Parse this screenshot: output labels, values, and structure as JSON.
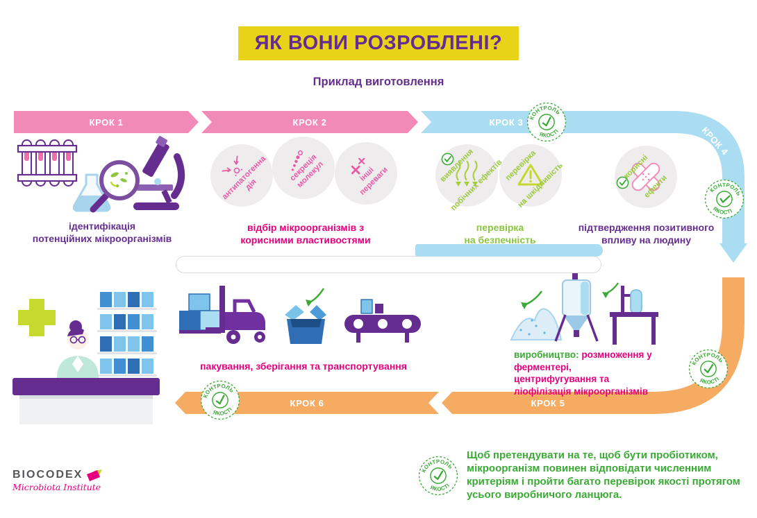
{
  "title": "ЯК ВОНИ РОЗРОБЛЕНІ?",
  "subtitle": "Приклад виготовлення",
  "quality_badge": {
    "top": "КОНТРОЛЬ",
    "bottom": "ЯКОСТІ"
  },
  "steps": [
    {
      "label": "КРОК 1",
      "caption": "ідентифікація\nпотенційних мікроорганізмів"
    },
    {
      "label": "КРОК 2",
      "caption": "відбір мікроорганізмів з\nкорисними властивостями",
      "circles": [
        {
          "text": "антипатогенна\nдія"
        },
        {
          "text": "секреція\nмолекул"
        },
        {
          "text": "інші\nпереваги"
        }
      ]
    },
    {
      "label": "КРОК 3",
      "caption": "перевірка\nна безпечність",
      "circles": [
        {
          "text": "виявлення\nпобічних ефектів"
        },
        {
          "text": "перевірка\nна шкідливість"
        }
      ]
    },
    {
      "label": "КРОК 4",
      "caption": "підтвердження позитивного\nвпливу на людину",
      "circles": [
        {
          "text": "корисні\nефекти"
        }
      ]
    },
    {
      "label": "КРОК 5",
      "caption_lead": "виробництво:",
      "caption_rest": "розмноження у ферментері, центрифугування та ліофілізація мікроорганізмів"
    },
    {
      "label": "КРОК 6",
      "caption": "пакування, зберігання та транспортування"
    }
  ],
  "footer_note": "Щоб претендувати на те, щоб бути пробіотиком,\nмікроорганізм повинен відповідати численним\nкритеріям і пройти багато перевірок якості протягом\nусього виробничого ланцюга.",
  "logo": {
    "name": "BIOCODEX",
    "tagline": "Microbiota Institute"
  },
  "colors": {
    "purple": "#662d91",
    "magenta": "#e6007e",
    "pink_band": "#f28ab8",
    "blue_band": "#aadcf2",
    "orange_band": "#f6ab63",
    "stamp_green": "#3aaa35",
    "lime": "#8dc63f",
    "yellow_highlight": "#e9d319"
  }
}
